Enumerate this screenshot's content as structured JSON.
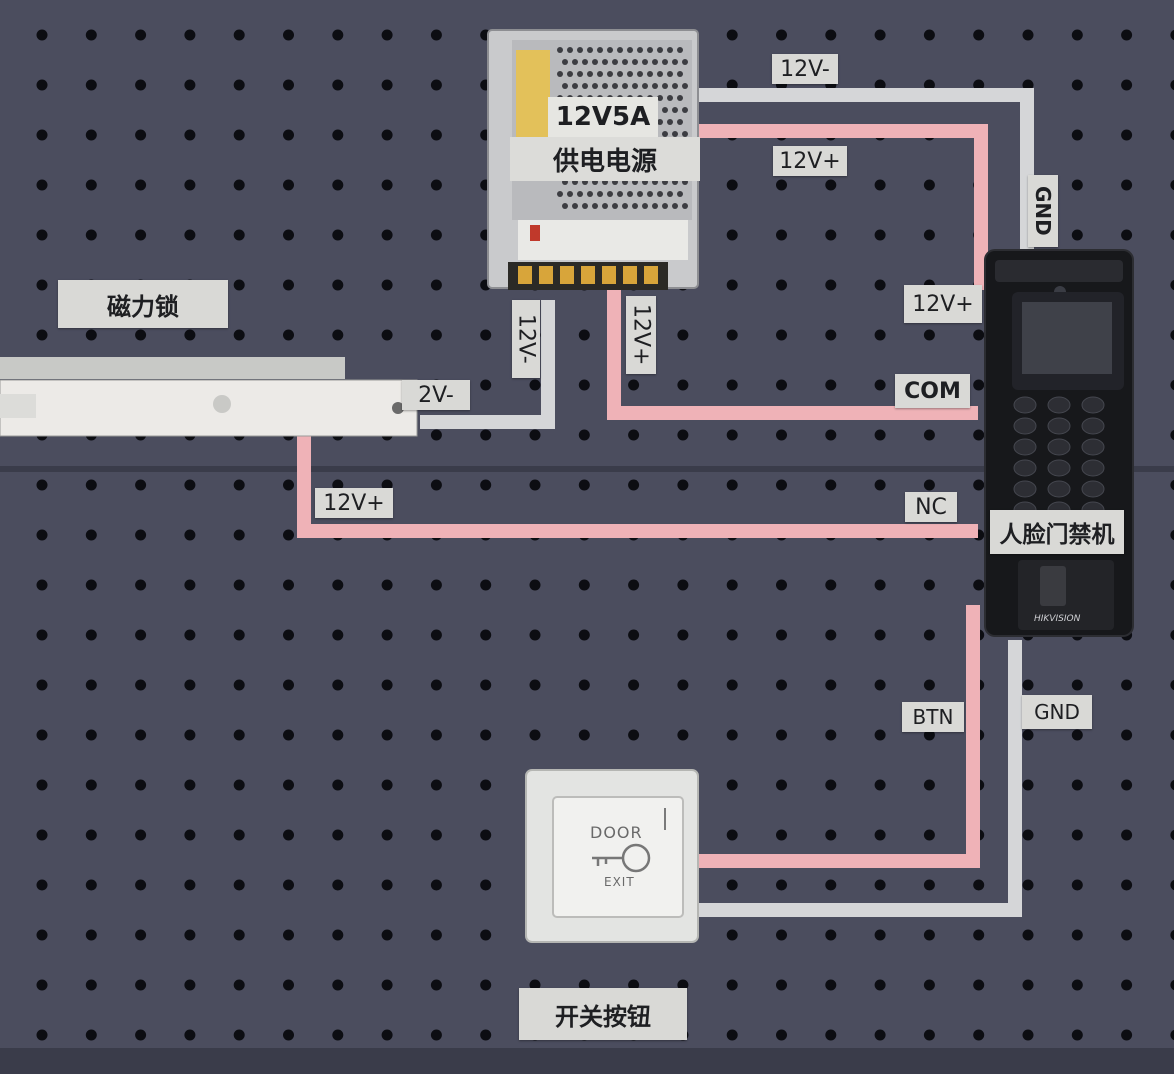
{
  "labels": {
    "mag_lock": "磁力锁",
    "psu_rating": "12V5A",
    "psu_name": "供电电源",
    "psu_vminus": "12V-",
    "psu_vplus": "12V+",
    "top_vminus": "12V-",
    "top_vplus": "12V+",
    "gnd_top": "GND",
    "term_vplus": "12V+",
    "term_com": "COM",
    "lock_vminus": "2V-",
    "lock_vplus": "12V+",
    "term_nc": "NC",
    "face_terminal": "人脸门禁机",
    "btn": "BTN",
    "gnd_bottom": "GND",
    "exit_button": "开关按钮",
    "door": "DOOR",
    "exit": "EXIT",
    "brand": "HIKVISION"
  },
  "colors": {
    "board": "#4b4d5e",
    "hole": "#0c0d12",
    "wire_positive": "#efb2b7",
    "wire_negative": "#d5d6d8",
    "label_bg": "#d9d9d6"
  }
}
